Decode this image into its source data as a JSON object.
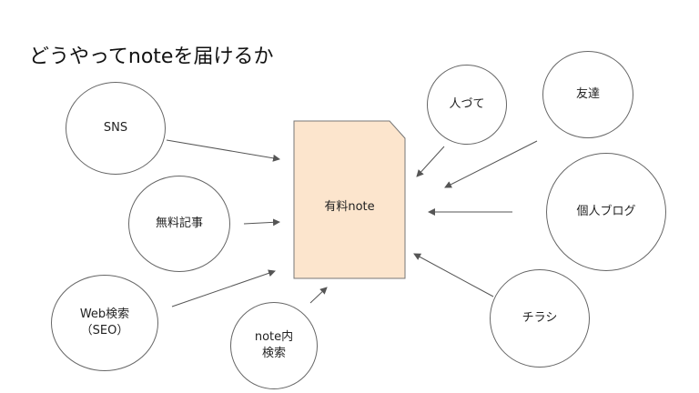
{
  "title": "どうやってnoteを届けるか",
  "center": {
    "label": "有料note",
    "fill": "#fce5cd"
  },
  "nodes": {
    "sns": {
      "label": "SNS"
    },
    "muryo_kiji": {
      "label": "無料記事"
    },
    "web_kensaku": {
      "line1": "Web検索",
      "line2": "（SEO）"
    },
    "note_kensaku": {
      "line1": "note内",
      "line2": "検索"
    },
    "hitozute": {
      "label": "人づて"
    },
    "tomodachi": {
      "label": "友達"
    },
    "kojin_blog": {
      "label": "個人ブログ"
    },
    "chirashi": {
      "label": "チラシ"
    }
  },
  "colors": {
    "line": "#555555",
    "text": "#222222"
  }
}
